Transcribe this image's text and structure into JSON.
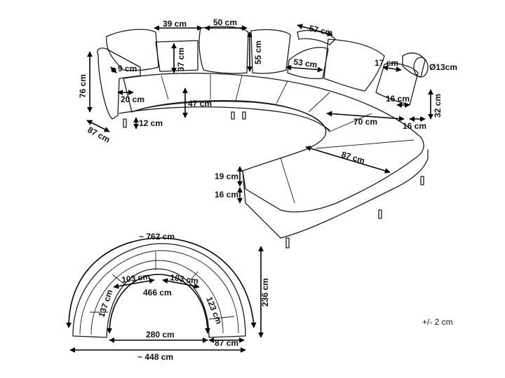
{
  "sofa_dimensions": {
    "back_cushion_left_width": "39 cm",
    "back_cushion_mid_width": "50 cm",
    "back_cushion_right_width": "57 cm",
    "back_cushion_height": "55 cm",
    "headrest_height": "37 cm",
    "armrest_depth": "53 cm",
    "headrest_width": "17 cm",
    "bolster_diameter": "Ø13cm",
    "arm_top": "9 cm",
    "arm_width": "20 cm",
    "total_height": "76 cm",
    "seat_height": "47 cm",
    "leg_height": "12 cm",
    "depth": "87 cm",
    "arm_end_width": "16 cm",
    "arm_end_height": "32 cm",
    "seat_depth_curve": "70 cm",
    "arm_end_width_2": "16 cm",
    "chaise_width": "87 cm",
    "cushion_thickness": "19 cm",
    "base_thickness": "16 cm"
  },
  "plan_dimensions": {
    "outer_arc": "~ 762 cm",
    "inner_arc": "466 cm",
    "segment_left": "103 cm",
    "segment_right": "103 cm",
    "side_left": "137 cm",
    "side_right": "123 cm",
    "inner_width": "280 cm",
    "end_depth": "87 cm",
    "total_width": "~ 448 cm",
    "total_depth": "236 cm"
  },
  "tolerance": "+/- 2 cm"
}
